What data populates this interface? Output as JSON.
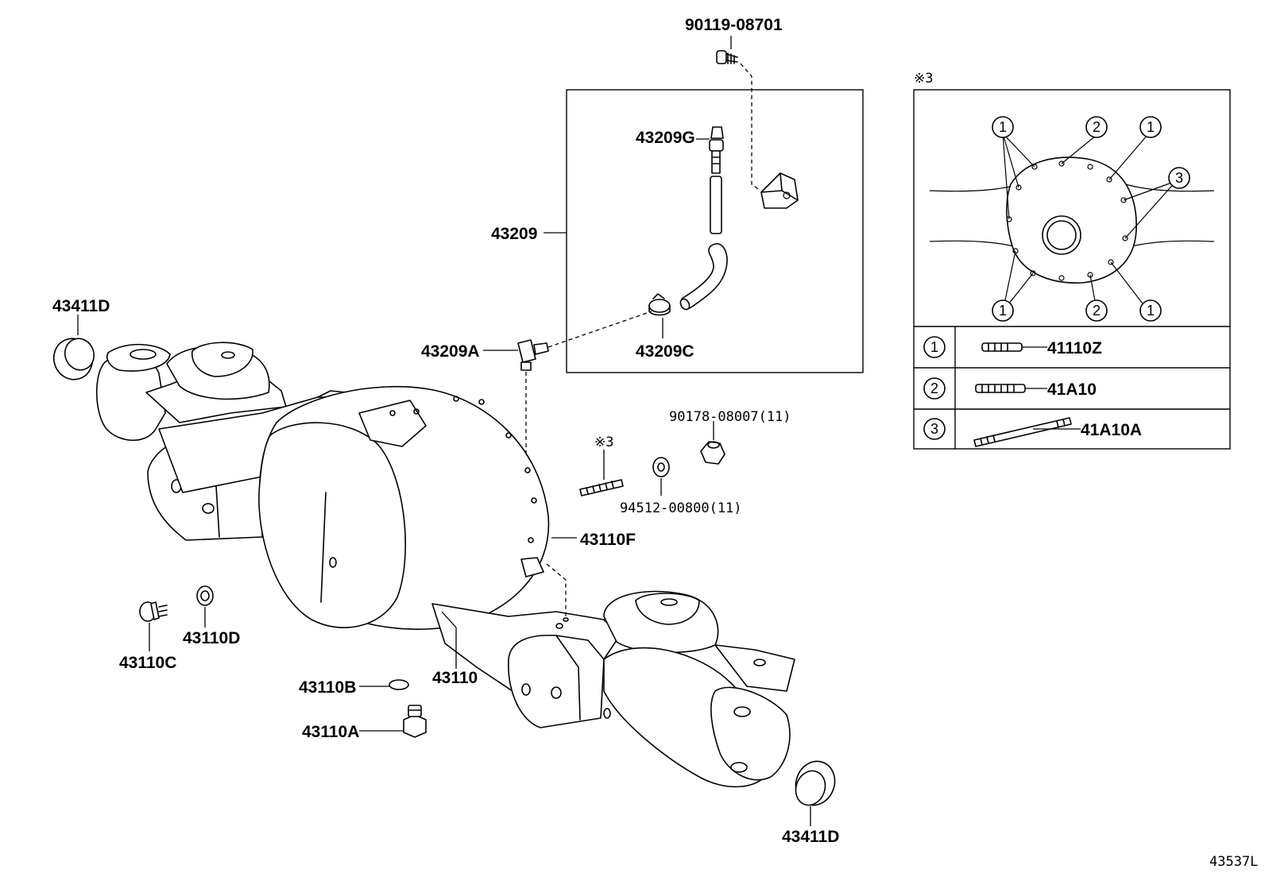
{
  "diagram_id": "43537L",
  "parts": {
    "p90119_08701": "90119-08701",
    "p43209G": "43209G",
    "p43209": "43209",
    "p43209A": "43209A",
    "p43209C": "43209C",
    "p43411D_left": "43411D",
    "p43411D_right": "43411D",
    "p90178_08007": "90178-08007(11)",
    "p94512_00800": "94512-00800(11)",
    "p43110F": "43110F",
    "p43110C": "43110C",
    "p43110D": "43110D",
    "p43110": "43110",
    "p43110B": "43110B",
    "p43110A": "43110A",
    "note_mark_stud": "※3"
  },
  "inset": {
    "note_mark": "※3",
    "callouts": [
      "1",
      "2",
      "1",
      "3",
      "1",
      "2",
      "1"
    ],
    "legend": [
      {
        "num": "1",
        "part": "41110Z"
      },
      {
        "num": "2",
        "part": "41A10"
      },
      {
        "num": "3",
        "part": "41A10A"
      }
    ]
  }
}
